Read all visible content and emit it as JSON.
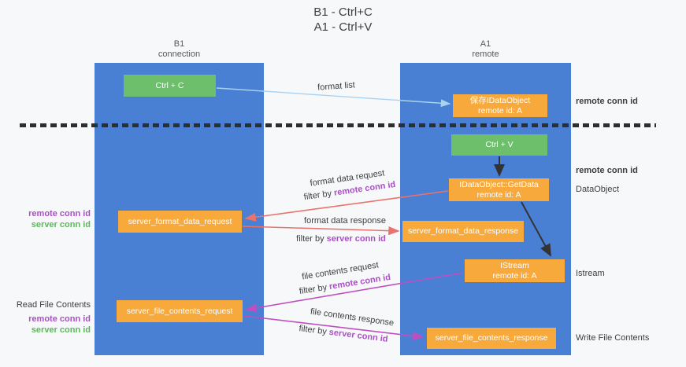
{
  "title": {
    "line1": "B1 - Ctrl+C",
    "line2": "A1 - Ctrl+V"
  },
  "lanes": {
    "left": {
      "name": "B1",
      "role": "connection"
    },
    "right": {
      "name": "A1",
      "role": "remote"
    }
  },
  "nodes": {
    "ctrl_c": {
      "label": "Ctrl + C"
    },
    "ctrl_v": {
      "label": "Ctrl + V"
    },
    "save_idataobject": {
      "line1": "保存IDataObject",
      "line2": "remote id: A"
    },
    "getdata": {
      "line1": "IDataObject::GetData",
      "line2": "remote id: A"
    },
    "istream_node": {
      "line1": "IStream",
      "line2": "remote id: A"
    },
    "server_format_data_request": {
      "label": "server_format_data_request"
    },
    "server_format_data_response": {
      "label": "server_format_data_response"
    },
    "server_file_contents_request": {
      "label": "server_file_contents_request"
    },
    "server_file_contents_response": {
      "label": "server_file_contents_response"
    }
  },
  "edge_labels": {
    "format_list": "format list",
    "format_data_request": "format data request",
    "filter_by_remote_1": {
      "prefix": "filter by ",
      "key": "remote conn id"
    },
    "format_data_response": "format data response",
    "filter_by_server_1": {
      "prefix": "filter by ",
      "key": "server conn id"
    },
    "file_contents_request": "file contents request",
    "filter_by_remote_2": {
      "prefix": "filter by ",
      "key": "remote conn id"
    },
    "file_contents_response": "file contents response",
    "filter_by_server_2": {
      "prefix": "filter by ",
      "key": "server conn id"
    }
  },
  "side_labels": {
    "right_remote_conn_id_top": "remote conn id",
    "right_remote_conn_id_mid": "remote conn id",
    "data_object": "DataObject",
    "istream": "Istream",
    "write_file_contents": "Write File Contents",
    "left_remote_conn_id_1": "remote conn id",
    "left_server_conn_id_1": "server conn id",
    "read_file_contents": "Read File Contents",
    "left_remote_conn_id_2": "remote conn id",
    "left_server_conn_id_2": "server conn id"
  },
  "colors": {
    "lane_blue": "#4a80d4",
    "box_green": "#6dbf6b",
    "box_orange": "#f7a93c",
    "arrow_light_blue": "#a8d2f0",
    "arrow_salmon": "#e8736e",
    "arrow_magenta": "#bf4fbf",
    "arrow_black": "#333333",
    "text_purple": "#ab4fc8",
    "text_green": "#5cb85c",
    "dashed_line": "#2e2e2e"
  }
}
